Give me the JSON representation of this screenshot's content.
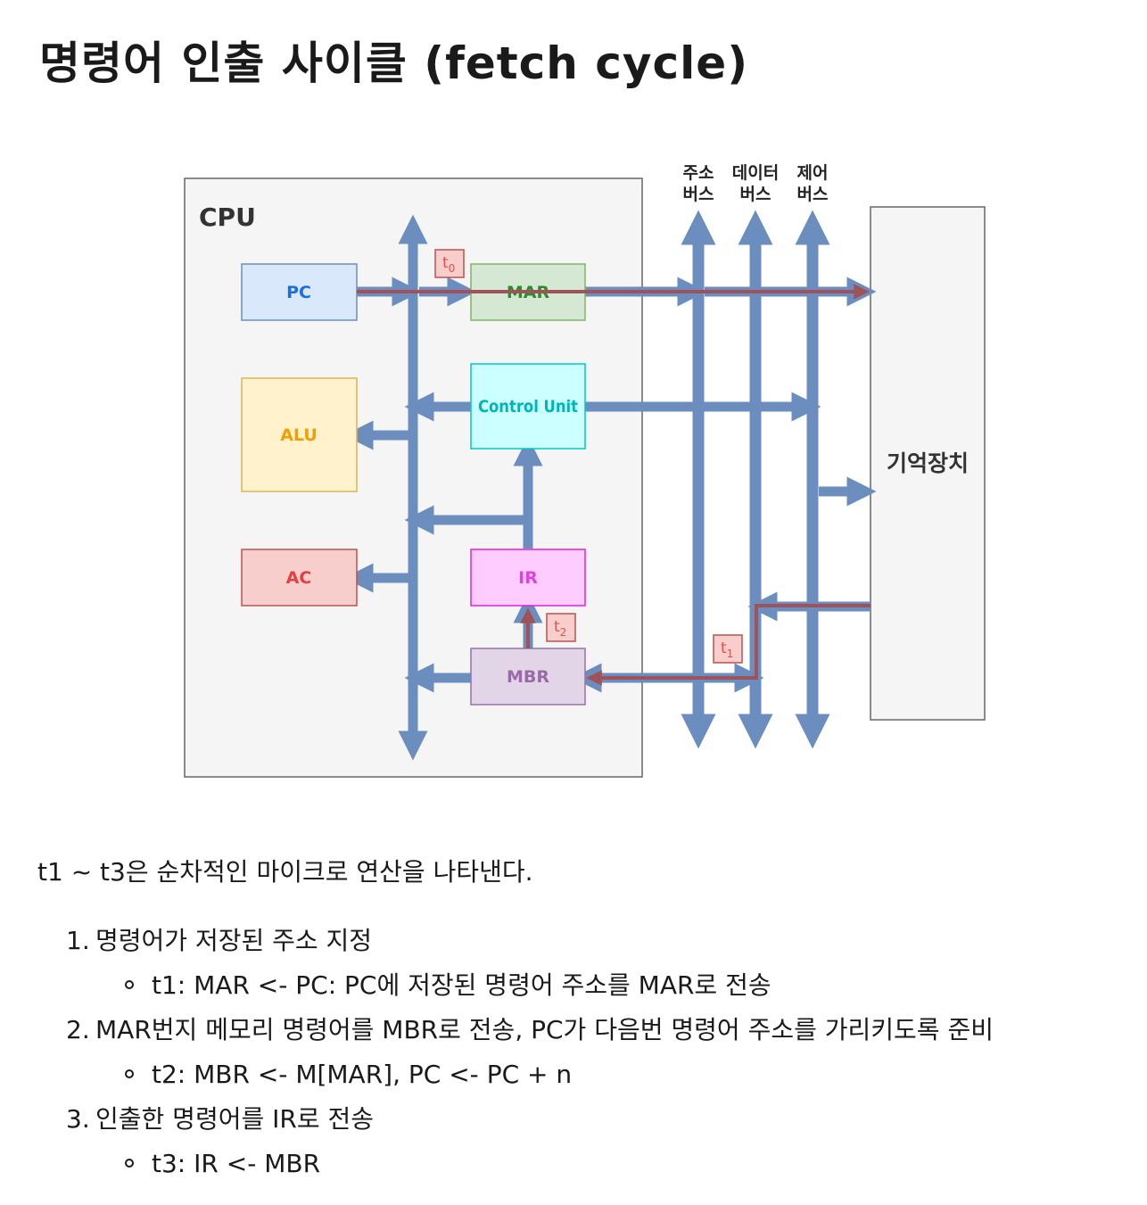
{
  "page": {
    "title": "명령어 인출 사이클 (fetch cycle)",
    "intro": "t1 ~ t3은 순차적인 마이크로 연산을 나타낸다."
  },
  "diagram": {
    "cpu_label": "CPU",
    "bus_labels": {
      "address": [
        "주소",
        "버스"
      ],
      "data": [
        "데이터",
        "버스"
      ],
      "control": [
        "제어",
        "버스"
      ]
    },
    "memory_label": "기억장치",
    "registers": {
      "pc": "PC",
      "mar": "MAR",
      "alu": "ALU",
      "control_unit": "Control Unit",
      "ac": "AC",
      "ir": "IR",
      "mbr": "MBR"
    },
    "timing_tags": {
      "t0": {
        "base": "t",
        "sub": "0"
      },
      "t1": {
        "base": "t",
        "sub": "1"
      },
      "t2": {
        "base": "t",
        "sub": "2"
      }
    },
    "colors": {
      "bus": "#6c8ebf",
      "flow": "#a0525a",
      "pc_fill": "#dae8fc",
      "pc_stroke": "#6c8ebf",
      "pc_text": "#1a6fdd",
      "mar_fill": "#d5e8d4",
      "mar_stroke": "#82b366",
      "mar_text": "#2e8b2e",
      "alu_fill": "#fff2cc",
      "alu_stroke": "#d6b656",
      "alu_text": "#f0a000",
      "cu_fill": "#ccffff",
      "cu_stroke": "#00c8c8",
      "cu_text": "#00b5b5",
      "ac_fill": "#f8cecc",
      "ac_stroke": "#b85450",
      "ac_text": "#e04040",
      "ir_fill": "#ffccff",
      "ir_stroke": "#e020e0",
      "ir_text": "#e040e0",
      "mbr_fill": "#e1d5e7",
      "mbr_stroke": "#9673a6",
      "mbr_text": "#9a6aa8",
      "tag_fill": "#f8cecc",
      "tag_stroke": "#b85450",
      "tag_text": "#e05050"
    }
  },
  "steps": [
    {
      "num": "1.",
      "text": "명령어가 저장된 주소 지정",
      "sub": "t1: MAR <- PC: PC에 저장된 명령어 주소를 MAR로 전송"
    },
    {
      "num": "2.",
      "text": "MAR번지 메모리 명령어를 MBR로 전송, PC가 다음번 명령어 주소를 가리키도록 준비",
      "sub": "t2: MBR <- M[MAR], PC <- PC + n"
    },
    {
      "num": "3.",
      "text": "인출한 명령어를 IR로 전송",
      "sub": "t3: IR <- MBR"
    }
  ]
}
